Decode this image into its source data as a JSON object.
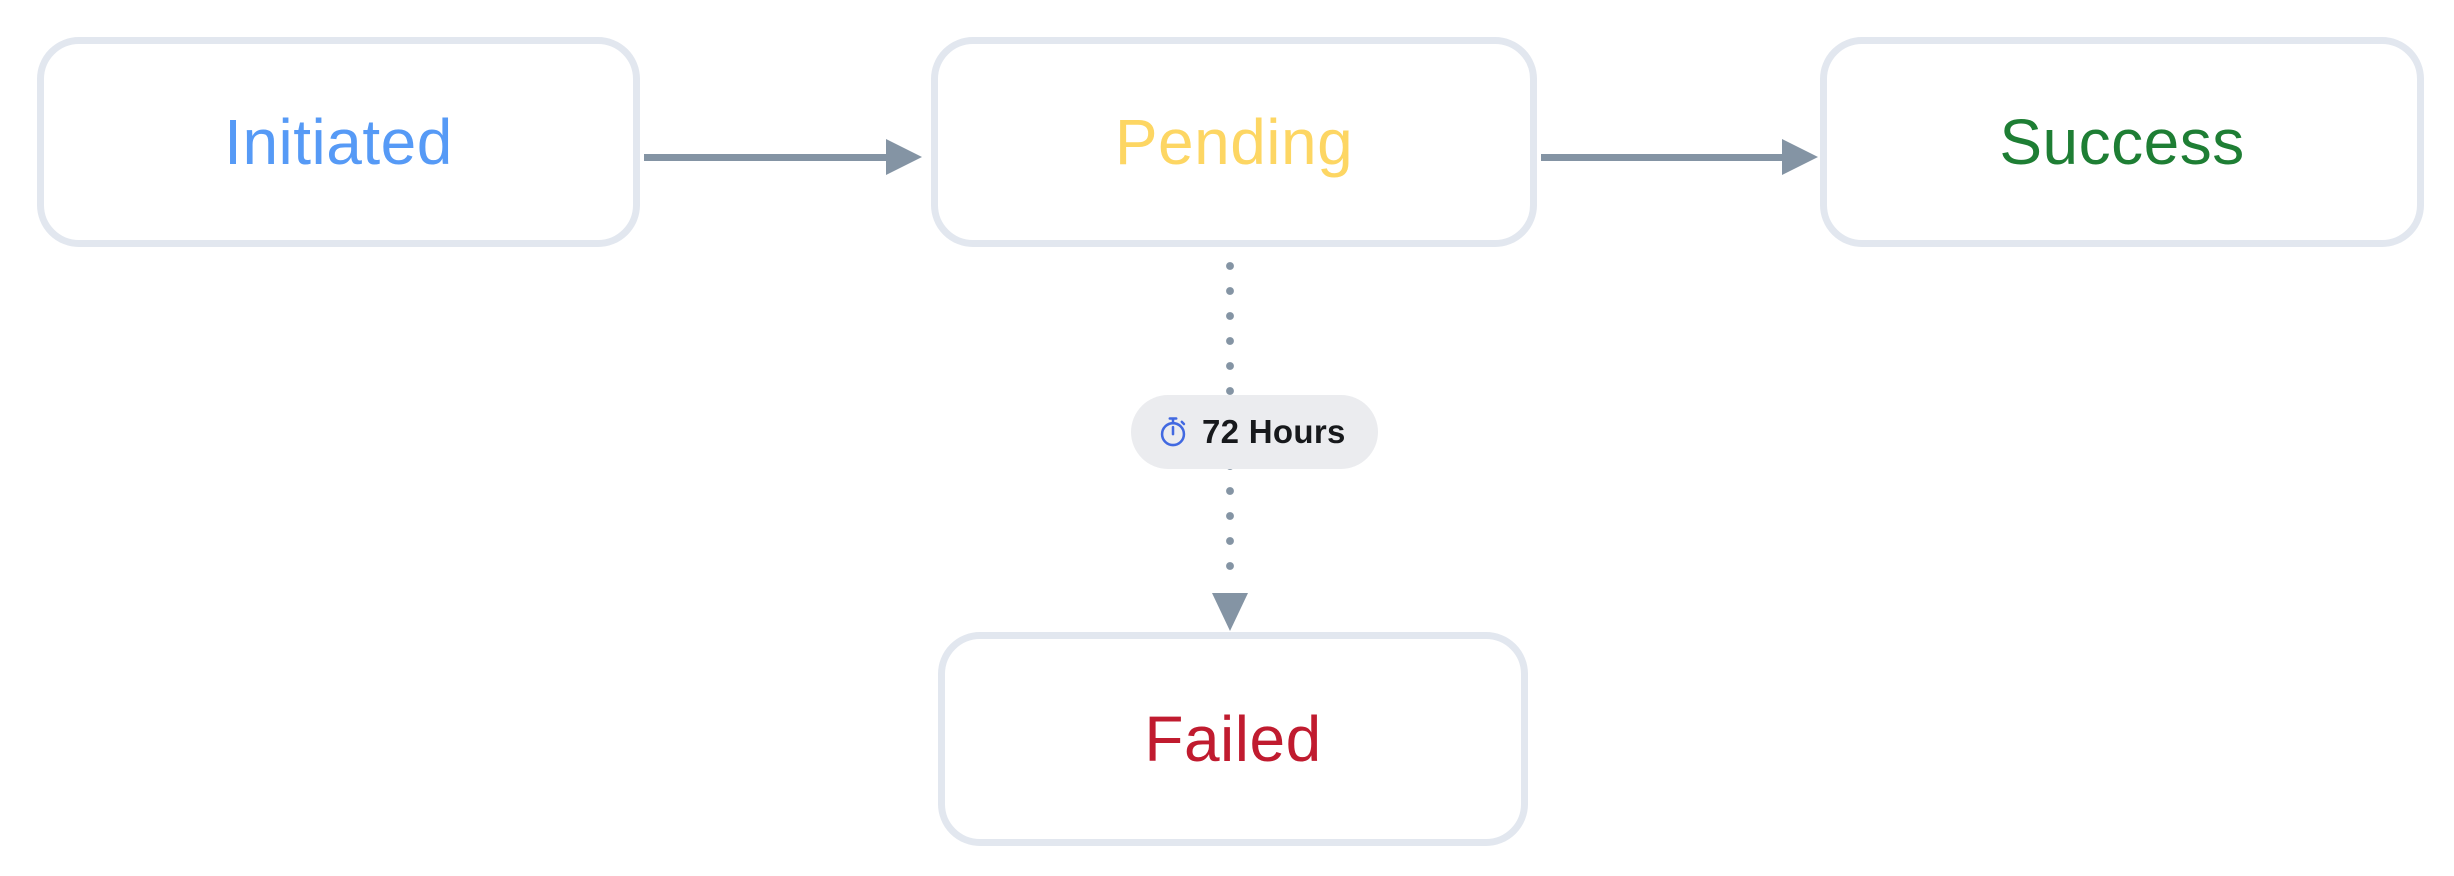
{
  "diagram": {
    "type": "state-flow",
    "background": "#ffffff",
    "node_fill": "#ffffff",
    "node_border_color": "#e2e7ef",
    "arrow_color": "#8494a4",
    "nodes": [
      {
        "id": "initiated",
        "label": "Initiated",
        "color": "#569af6"
      },
      {
        "id": "pending",
        "label": "Pending",
        "color": "#fdd663"
      },
      {
        "id": "success",
        "label": "Success",
        "color": "#1e7e34"
      },
      {
        "id": "failed",
        "label": "Failed",
        "color": "#c01b2f"
      }
    ],
    "edges": [
      {
        "from": "Initiated",
        "to": "Pending",
        "style": "solid",
        "label": ""
      },
      {
        "from": "Pending",
        "to": "Success",
        "style": "solid",
        "label": ""
      },
      {
        "from": "Pending",
        "to": "Failed",
        "style": "dotted",
        "label": "72 Hours"
      }
    ],
    "badge": {
      "label": "72 Hours",
      "icon": "stopwatch-icon",
      "icon_color": "#4169e1",
      "background": "#ebecef",
      "text_color": "#17191c"
    }
  }
}
